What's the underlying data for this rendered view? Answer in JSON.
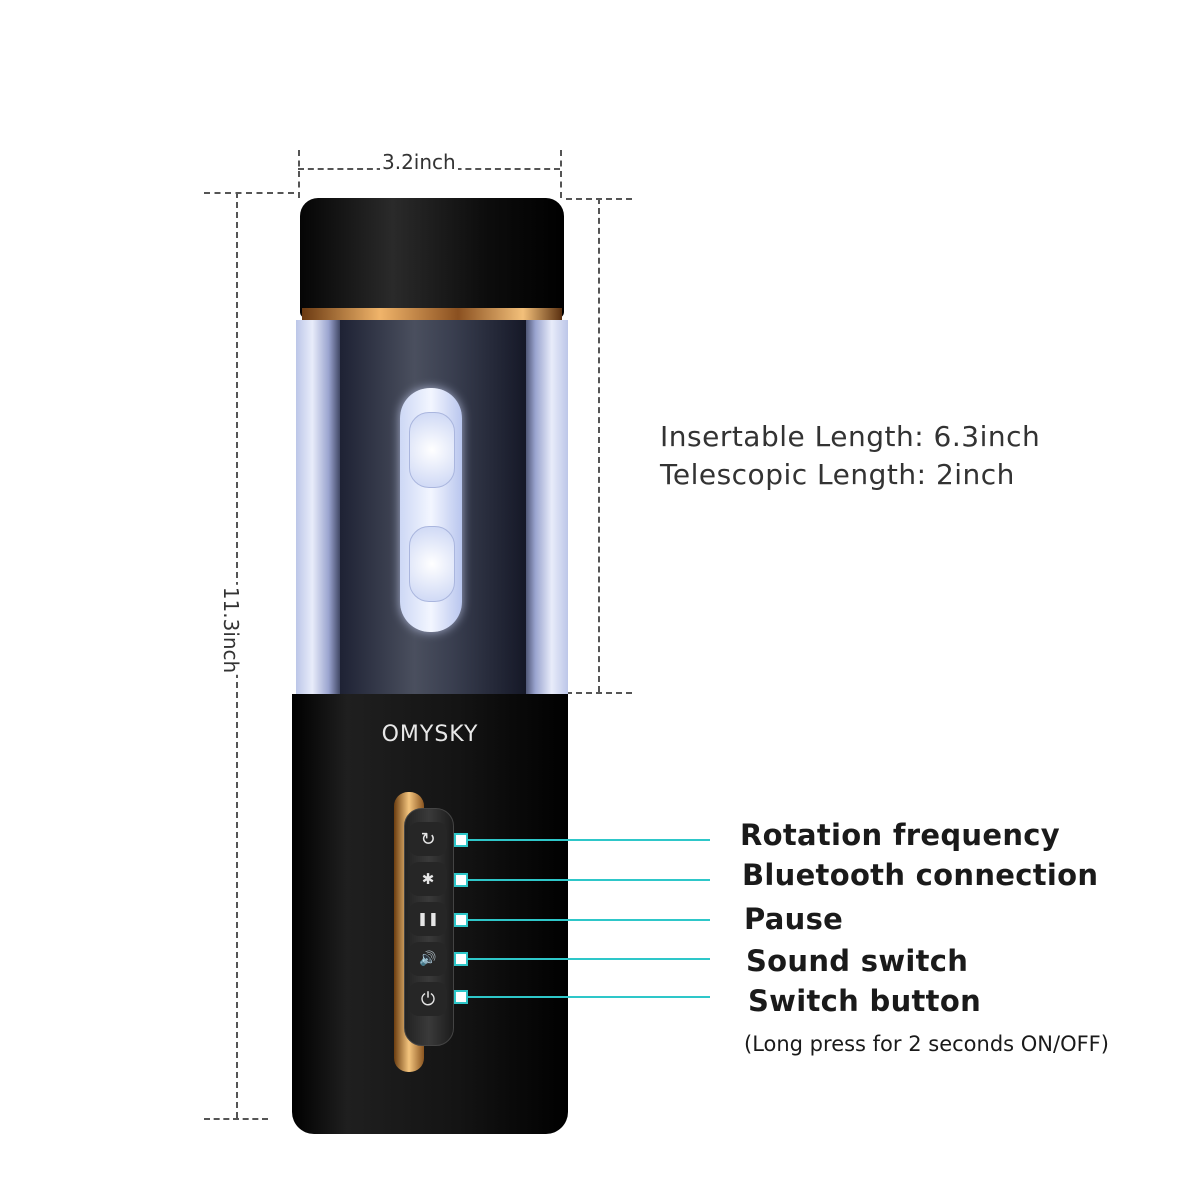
{
  "dimensions": {
    "width_label": "3.2inch",
    "height_label": "11.3inch"
  },
  "specs": {
    "insertable_length": "Insertable Length: 6.3inch",
    "telescopic_length": "Telescopic Length: 2inch"
  },
  "brand": "OMYSKY",
  "buttons": [
    {
      "icon": "rotation-icon",
      "glyph": "↻",
      "label": "Rotation frequency"
    },
    {
      "icon": "bluetooth-icon",
      "glyph": "✱",
      "label": "Bluetooth connection"
    },
    {
      "icon": "pause-icon",
      "glyph": "❚❚",
      "label": "Pause"
    },
    {
      "icon": "sound-icon",
      "glyph": "🔊",
      "label": "Sound switch"
    },
    {
      "icon": "power-icon",
      "glyph": "⏻",
      "label": "Switch button"
    }
  ],
  "switch_note": "(Long press for 2 seconds ON/OFF)",
  "colors": {
    "leader": "#2ec7c9",
    "gold": "#f0b46a"
  }
}
